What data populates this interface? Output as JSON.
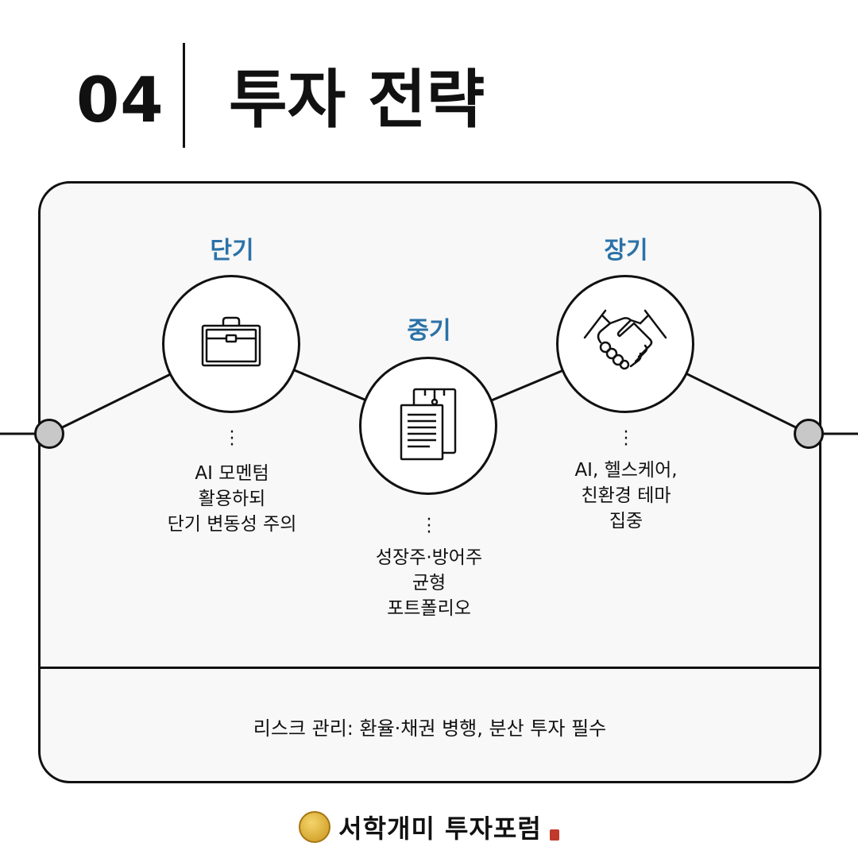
{
  "header": {
    "number": "04",
    "title": "투자 전략"
  },
  "stages": {
    "short": {
      "label": "단기",
      "icon": "briefcase-icon",
      "description": "AI 모멘텀\n활용하되\n단기 변동성 주의"
    },
    "mid": {
      "label": "중기",
      "icon": "documents-icon",
      "description": "성장주·방어주\n균형\n포트폴리오"
    },
    "long": {
      "label": "장기",
      "icon": "handshake-icon",
      "description": "AI, 헬스케어,\n친환경 테마\n집중"
    }
  },
  "footer": {
    "risk_text": "리스크 관리: 환율·채권 병행, 분산 투자 필수"
  },
  "brand": {
    "name": "서학개미 투자포럼",
    "logo_icon": "gold-coin-icon"
  },
  "colors": {
    "accent": "#2b72a8",
    "node": "#c8c8c8",
    "card_bg": "#f8f8f8"
  }
}
